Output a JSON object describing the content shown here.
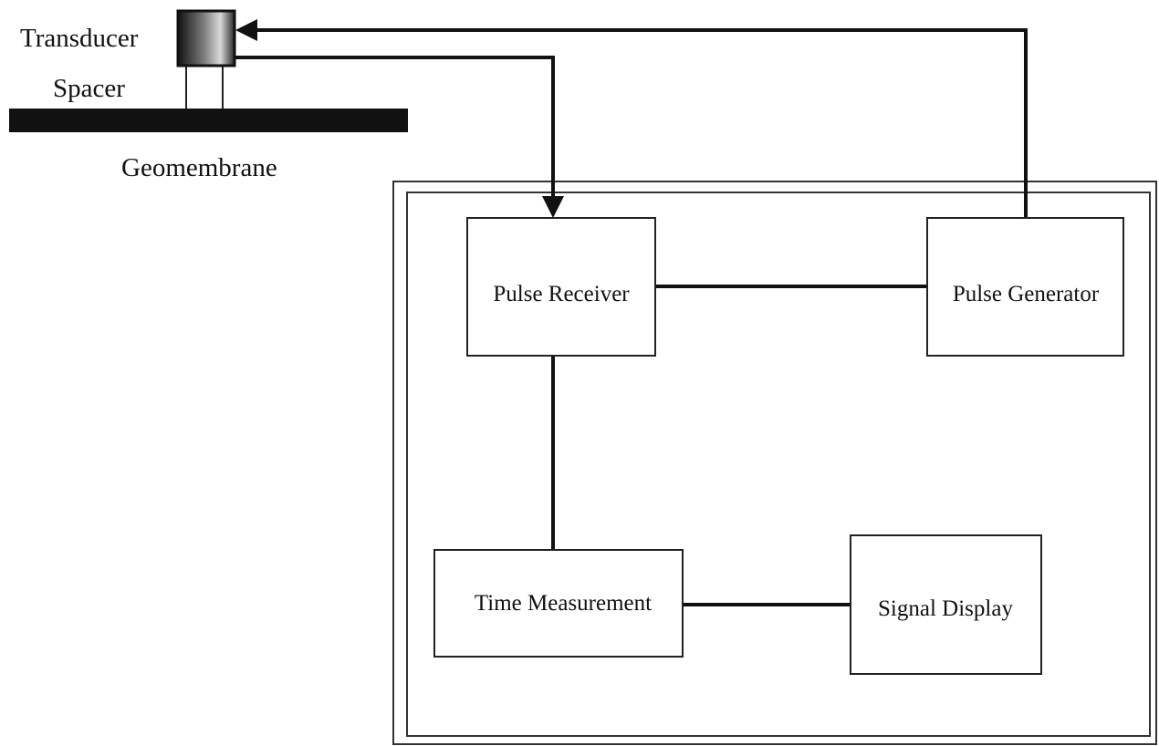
{
  "labels": {
    "transducer": "Transducer",
    "spacer": "Spacer",
    "geomembrane": "Geomembrane"
  },
  "blocks": {
    "pulse_receiver": "Pulse Receiver",
    "pulse_generator": "Pulse Generator",
    "time_measurement": "Time Measurement",
    "signal_display": "Signal Display"
  },
  "colors": {
    "line": "#111111",
    "box_fill": "#ffffff",
    "background": "#ffffff"
  }
}
